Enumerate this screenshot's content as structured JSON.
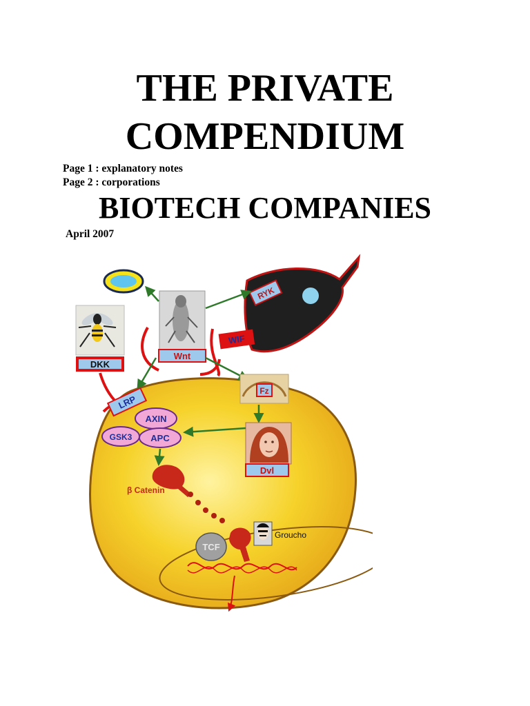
{
  "document": {
    "title_line_1": "THE PRIVATE",
    "title_line_2": "COMPENDIUM",
    "note_1": "Page 1 : explanatory notes",
    "note_2": "Page 2 : corporations",
    "subtitle": "BIOTECH COMPANIES",
    "date": "April 2007"
  },
  "diagram": {
    "labels": {
      "wnt": "Wnt",
      "wif": "WIF",
      "ryk": "RYK",
      "dkk": "DKK",
      "lrp": "LRP",
      "fz": "Fz",
      "axin": "AXIN",
      "gsk3": "GSK3",
      "apc": "APC",
      "dvl": "Dvl",
      "beta_catenin": "β Catenin",
      "tcf": "TCF",
      "groucho": "Groucho"
    },
    "colors": {
      "cell_fill": "#f6d22a",
      "cell_outline": "#8a5a10",
      "inhibitor_red": "#dd1111",
      "arrow_green": "#2f7a2a",
      "label_blue": "#9ec8ec",
      "protein_pink": "#f2a8d6",
      "protein_text": "#1a2f9a",
      "catenin": "#c8281a"
    }
  }
}
